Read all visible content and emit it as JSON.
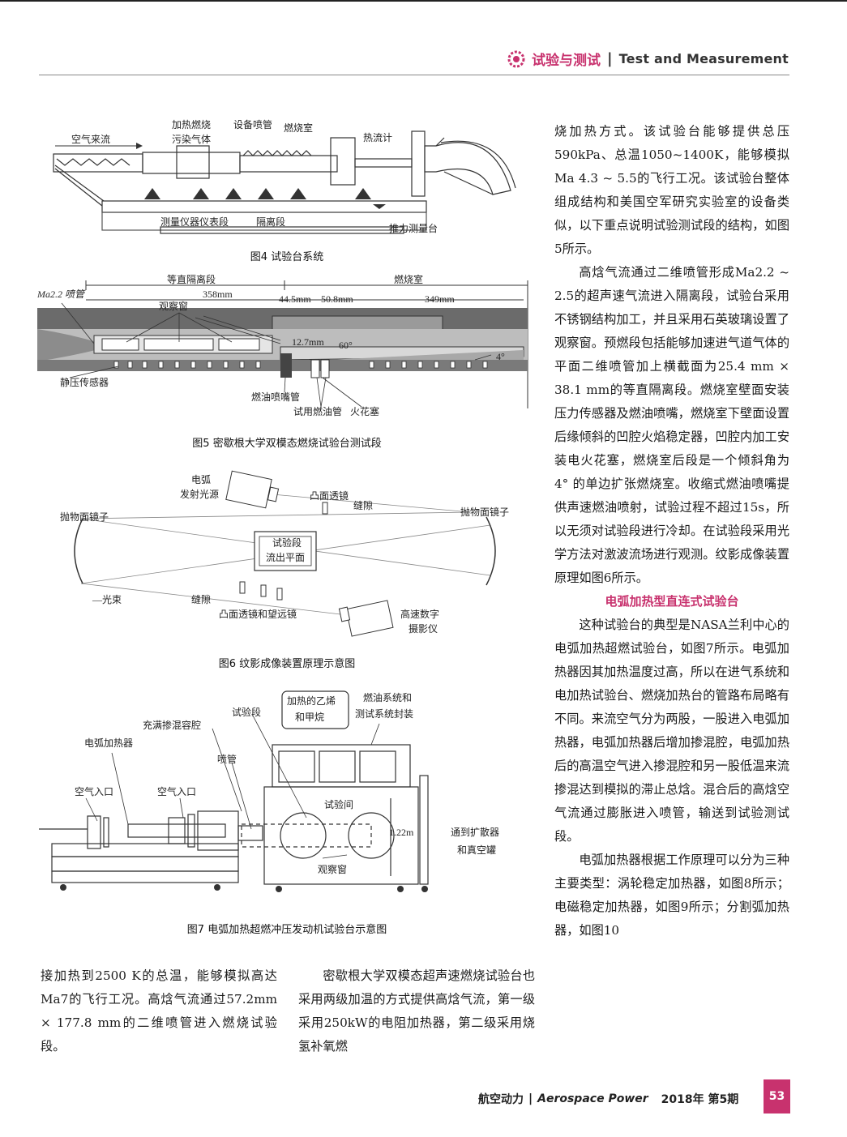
{
  "header": {
    "section_zh": "试验与测试",
    "separator": "|",
    "section_en": "Test and Measurement"
  },
  "figures": {
    "fig4": {
      "caption": "图4 试验台系统",
      "labels": {
        "air_inflow": "空气来流",
        "heated_combustion": "加热燃烧",
        "polluted_gas": "污染气体",
        "nozzle": "设备喷管",
        "combustor": "燃烧室",
        "heat_flux_meter": "热流计",
        "instrument_section": "测量仪器仪表段",
        "isolator": "隔离段",
        "thrust_stand": "推力测量台"
      }
    },
    "fig5": {
      "caption": "图5 密歇根大学双模态燃烧试验台测试段",
      "labels": {
        "constant_isolator": "等直隔离段",
        "combustor": "燃烧室",
        "ma_nozzle": "Ma2.2 喷管",
        "len358": "358mm",
        "len44": "44.5mm",
        "len50": "50.8mm",
        "len349": "349mm",
        "window": "观察窗",
        "len12": "12.7mm",
        "angle60": "60°",
        "angle4": "4°",
        "pressure_sensor": "静压传感器",
        "fuel_injector": "燃油喷嘴管",
        "test_fuel_pipe": "试用燃油管",
        "spark_plug": "火花塞"
      }
    },
    "fig6": {
      "caption": "图6 纹影成像装置原理示意图",
      "labels": {
        "arc": "电弧",
        "arc_source": "发射光源",
        "convex_lens": "凸面透镜",
        "slit": "缝隙",
        "parabolic_left": "抛物面镜子",
        "parabolic_right": "抛物面镜子",
        "test_section_1": "试验段",
        "test_section_2": "流出平面",
        "beam": "—光束",
        "slit2": "缝隙",
        "lens_telescope": "凸面透镜和望远镜",
        "hs_camera_1": "高速数字",
        "hs_camera_2": "摄影仪"
      }
    },
    "fig7": {
      "caption": "图7 电弧加热超燃冲压发动机试验台示意图",
      "labels": {
        "heated_fuel_1": "加热的乙烯",
        "heated_fuel_2": "和甲烷",
        "fuel_sys_1": "燃油系统和",
        "fuel_sys_2": "测试系统封装",
        "test_section": "试验段",
        "mixing_chamber": "充满掺混容腔",
        "arc_heater": "电弧加热器",
        "nozzle": "喷管",
        "air_inlet_1": "空气入口",
        "air_inlet_2": "空气入口",
        "test_room": "试验间",
        "height": "1.22m",
        "to_diffuser_1": "通到扩散器",
        "to_diffuser_2": "和真空罐",
        "window": "观察窗"
      }
    }
  },
  "body": {
    "left_col": "接加热到2500 K的总温，能够模拟高达Ma7的飞行工况。高焓气流通过57.2mm × 177.8 mm的二维喷管进入燃烧试验段。",
    "mid_col": "密歇根大学双模态超声速燃烧试验台也采用两级加温的方式提供高焓气流，第一级采用250kW的电阻加热器，第二级采用烧氢补氧燃",
    "right_p1": "烧加热方式。该试验台能够提供总压590kPa、总温1050~1400K，能够模拟Ma 4.3 ~ 5.5的飞行工况。该试验台整体组成结构和美国空军研究实验室的设备类似，以下重点说明试验测试段的结构，如图5所示。",
    "right_p2": "高焓气流通过二维喷管形成Ma2.2 ~ 2.5的超声速气流进入隔离段，试验台采用不锈钢结构加工，并且采用石英玻璃设置了观察窗。预燃段包括能够加速进气道气体的平面二维喷管加上横截面为25.4 mm × 38.1 mm的等直隔离段。燃烧室壁面安装压力传感器及燃油喷嘴，燃烧室下壁面设置后缘倾斜的凹腔火焰稳定器，凹腔内加工安装电火花塞，燃烧室后段是一个倾斜角为4° 的单边扩张燃烧室。收缩式燃油喷嘴提供声速燃油喷射，试验过程不超过15s，所以无须对试验段进行冷却。在试验段采用光学方法对激波流场进行观测。纹影成像装置原理如图6所示。",
    "section_title": "电弧加热型直连式试验台",
    "right_p3": "这种试验台的典型是NASA兰利中心的电弧加热超燃试验台，如图7所示。电弧加热器因其加热温度过高，所以在进气系统和电加热试验台、燃烧加热台的管路布局略有不同。来流空气分为两股，一股进入电弧加热器，电弧加热器后增加掺混腔，电弧加热后的高温空气进入掺混腔和另一股低温来流掺混达到模拟的滞止总焓。混合后的高焓空气流通过膨胀进入喷管，输送到试验测试段。",
    "right_p4": "电弧加热器根据工作原理可以分为三种主要类型：涡轮稳定加热器，如图8所示；电磁稳定加热器，如图9所示；分割弧加热器，如图10"
  },
  "footer": {
    "journal_zh": "航空动力",
    "bar": "|",
    "journal_en": "Aerospace Power",
    "issue": "2018年 第5期",
    "page": "53"
  },
  "colors": {
    "accent": "#c8326e",
    "text": "#1a1a1a"
  }
}
